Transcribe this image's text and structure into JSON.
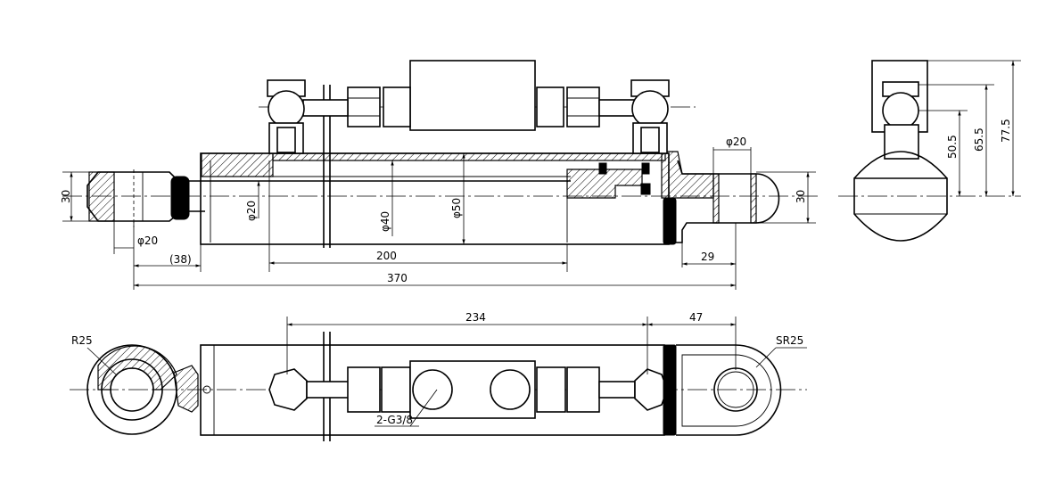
{
  "dimensions": {
    "d_30_left": "30",
    "d_phi20_bottom": "φ20",
    "d_38": "(38)",
    "d_phi20_rod": "φ20",
    "d_phi40": "φ40",
    "d_phi50": "φ50",
    "d_200": "200",
    "d_370": "370",
    "d_29": "29",
    "d_phi20_top": "φ20",
    "d_30_right": "30",
    "d_50_5": "50.5",
    "d_65_5": "65.5",
    "d_77_5": "77.5",
    "d_234": "234",
    "d_47": "47",
    "d_R25": "R25",
    "d_SR25": "SR25",
    "d_ports": "2-G3/8"
  }
}
